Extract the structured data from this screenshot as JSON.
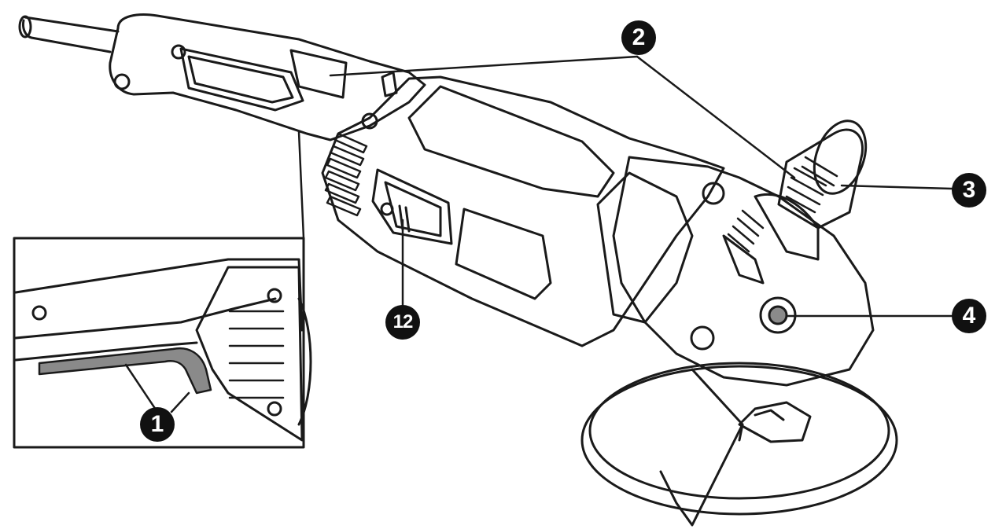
{
  "colors": {
    "ink": "#1a1a1a",
    "paper": "#ffffff",
    "shade": "#8a8a8a",
    "callout_fill": "#111111",
    "callout_text": "#ffffff"
  },
  "callouts": [
    {
      "id": "c1",
      "label": "1"
    },
    {
      "id": "c2",
      "label": "2"
    },
    {
      "id": "c3",
      "label": "3"
    },
    {
      "id": "c4",
      "label": "4"
    },
    {
      "id": "c12",
      "label": "12"
    }
  ]
}
